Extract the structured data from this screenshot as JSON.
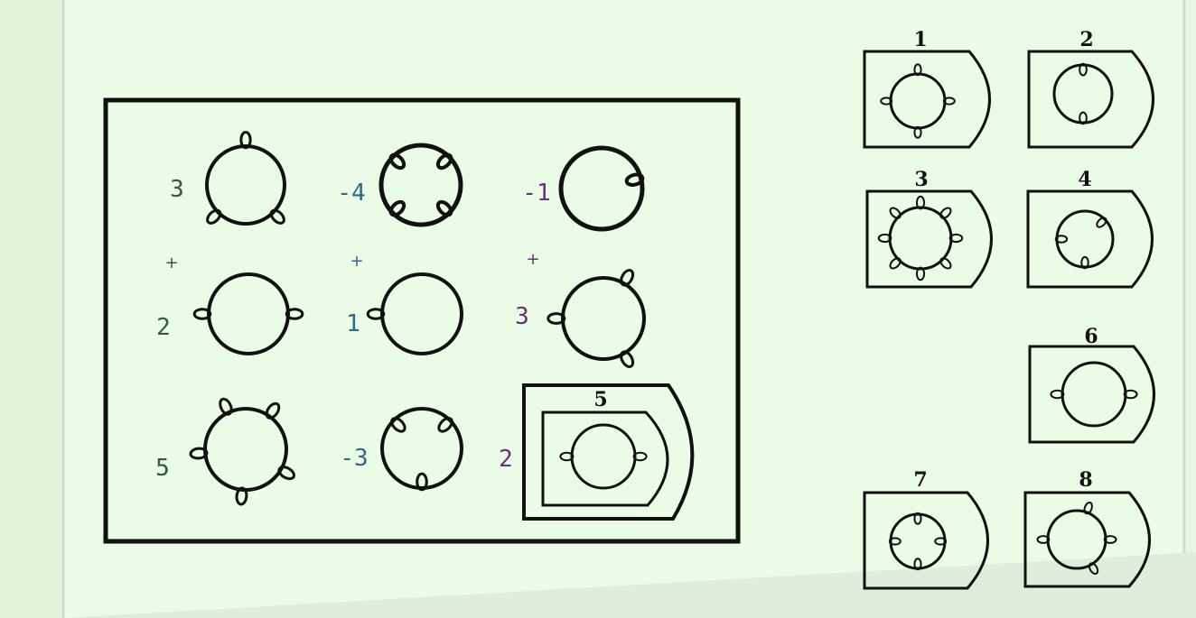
{
  "colors": {
    "background": "#e6f7e2",
    "panel": "#eafbe6",
    "stroke": "#111111",
    "col1_annotation": "#2f5c36",
    "col2_annotation": "#2f6a8a",
    "col3_annotation": "#6b2f86"
  },
  "matrix": {
    "cells": [
      {
        "loops": 3,
        "annotation": "3"
      },
      {
        "loops": 4,
        "annotation": "-4"
      },
      {
        "loops": 1,
        "annotation": "-1"
      },
      {
        "loops": 2,
        "annotation": "2"
      },
      {
        "loops": 1,
        "annotation": "1"
      },
      {
        "loops": 3,
        "annotation": "3"
      },
      {
        "loops": 5,
        "annotation": "5"
      },
      {
        "loops": 3,
        "annotation": "-3"
      },
      {
        "loops": 2,
        "annotation": "2"
      }
    ],
    "plus_signs": [
      "+",
      "+",
      "+"
    ],
    "answer_tab_label": "5"
  },
  "options": [
    {
      "label": "1",
      "loops": 4
    },
    {
      "label": "2",
      "loops": 2
    },
    {
      "label": "3",
      "loops": 8
    },
    {
      "label": "4",
      "loops": 3
    },
    {
      "label": "6",
      "loops": 2
    },
    {
      "label": "7",
      "loops": 4
    },
    {
      "label": "8",
      "loops": 4
    }
  ]
}
